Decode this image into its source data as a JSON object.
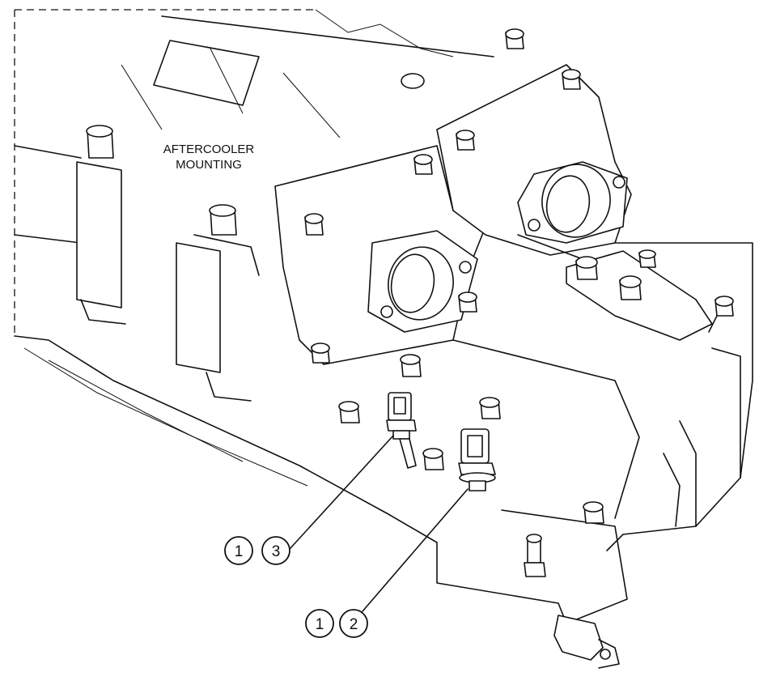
{
  "labels": {
    "aftercooler_line1": "AFTERCOOLER",
    "aftercooler_line2": "MOUNTING"
  },
  "callouts": [
    {
      "item": "1",
      "ref": "3"
    },
    {
      "item": "1",
      "ref": "2"
    }
  ],
  "colors": {
    "line": "#111111",
    "background": "#ffffff"
  }
}
